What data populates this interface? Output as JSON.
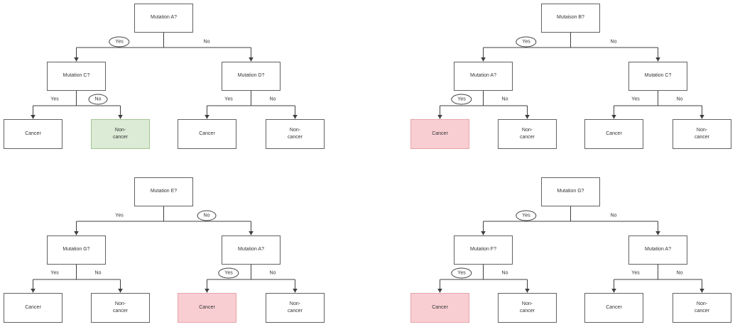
{
  "colors": {
    "line": "#3f3f3f",
    "box_border": "#616161",
    "text": "#333333",
    "green_fill": "#dcebd5",
    "green_border": "#a3c493",
    "red_fill": "#f8ced3",
    "red_border": "#e5a3aa"
  },
  "trees": [
    {
      "name": "top-left",
      "root": {
        "label": "Mutation A?"
      },
      "children": [
        {
          "label": "Mutation C?"
        },
        {
          "label": "Mutation D?"
        }
      ],
      "branches": {
        "root_yes": {
          "text": "Yes",
          "style": "circled"
        },
        "root_no": {
          "text": "No",
          "style": ""
        },
        "left_yes": {
          "text": "Yes",
          "style": ""
        },
        "left_no": {
          "text": "No",
          "style": "circled"
        },
        "right_yes": {
          "text": "Yes",
          "style": ""
        },
        "right_no": {
          "text": "No",
          "style": ""
        }
      },
      "leaves": [
        {
          "label": "Cancer",
          "variant": ""
        },
        {
          "label": "Non-\ncancer",
          "variant": "leaf-green"
        },
        {
          "label": "Cancer",
          "variant": ""
        },
        {
          "label": "Non-\ncancer",
          "variant": ""
        }
      ]
    },
    {
      "name": "top-right",
      "root": {
        "label": "Mutaison B?"
      },
      "children": [
        {
          "label": "Mutation A?"
        },
        {
          "label": "Mutation C?"
        }
      ],
      "branches": {
        "root_yes": {
          "text": "Yes",
          "style": "circled"
        },
        "root_no": {
          "text": "No",
          "style": ""
        },
        "left_yes": {
          "text": "Yes",
          "style": "circled"
        },
        "left_no": {
          "text": "No",
          "style": ""
        },
        "right_yes": {
          "text": "Yes",
          "style": ""
        },
        "right_no": {
          "text": "No",
          "style": ""
        }
      },
      "leaves": [
        {
          "label": "Cancer",
          "variant": "leaf-red"
        },
        {
          "label": "Non-\ncancer",
          "variant": ""
        },
        {
          "label": "Cancer",
          "variant": ""
        },
        {
          "label": "Non-\ncancer",
          "variant": ""
        }
      ]
    },
    {
      "name": "bottom-left",
      "root": {
        "label": "Mutation E?"
      },
      "children": [
        {
          "label": "Mutation G?"
        },
        {
          "label": "Mutation A?"
        }
      ],
      "branches": {
        "root_yes": {
          "text": "Yes",
          "style": ""
        },
        "root_no": {
          "text": "No",
          "style": "circled"
        },
        "left_yes": {
          "text": "Yes",
          "style": ""
        },
        "left_no": {
          "text": "No",
          "style": ""
        },
        "right_yes": {
          "text": "Yes",
          "style": "circled"
        },
        "right_no": {
          "text": "No",
          "style": ""
        }
      },
      "leaves": [
        {
          "label": "Cancer",
          "variant": ""
        },
        {
          "label": "Non-\ncancer",
          "variant": ""
        },
        {
          "label": "Cancer",
          "variant": "leaf-red"
        },
        {
          "label": "Non-\ncancer",
          "variant": ""
        }
      ]
    },
    {
      "name": "bottom-right",
      "root": {
        "label": "Mutation G?"
      },
      "children": [
        {
          "label": "Mutation F?"
        },
        {
          "label": "Mutation A?"
        }
      ],
      "branches": {
        "root_yes": {
          "text": "Yes",
          "style": "circled"
        },
        "root_no": {
          "text": "No",
          "style": ""
        },
        "left_yes": {
          "text": "Yes",
          "style": "circled"
        },
        "left_no": {
          "text": "No",
          "style": ""
        },
        "right_yes": {
          "text": "Yes",
          "style": ""
        },
        "right_no": {
          "text": "No",
          "style": ""
        }
      },
      "leaves": [
        {
          "label": "Cancer",
          "variant": "leaf-red"
        },
        {
          "label": "Non-\ncancer",
          "variant": ""
        },
        {
          "label": "Cancer",
          "variant": ""
        },
        {
          "label": "Non-\ncancer",
          "variant": ""
        }
      ]
    }
  ]
}
